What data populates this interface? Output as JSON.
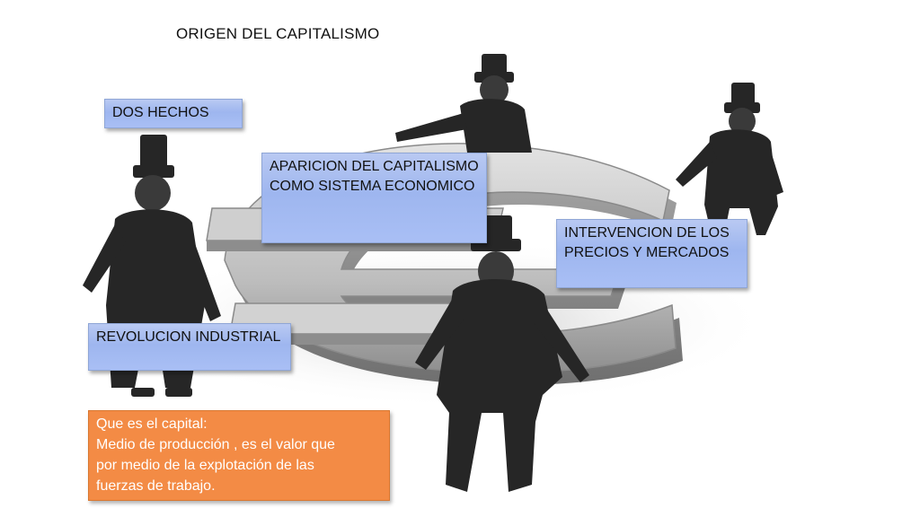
{
  "slide": {
    "title": "ORIGEN DEL CAPITALISMO",
    "boxes": {
      "dos_hechos": "DOS HECHOS",
      "aparicion_line1": "APARICION DEL CAPITALISMO",
      "aparicion_line2": "COMO SISTEMA ECONOMICO",
      "intervencion_line1": "INTERVENCION DE LOS",
      "intervencion_line2": "PRECIOS Y MERCADOS",
      "revolucion": "REVOLUCION INDUSTRIAL"
    },
    "capital_note": {
      "line1": "Que es el capital:",
      "line2": "Medio de producción , es el valor que",
      "line3": "por medio de la  explotación de las",
      "line4": "fuerzas de trabajo."
    }
  },
  "colors": {
    "box_blue": "#a9bff5",
    "box_orange": "#f38b45",
    "coat": "#2a2a2a",
    "euro_symbol": "#c9c9c9"
  },
  "illustration": {
    "subject": "men in top hats pushing a giant euro symbol",
    "icons": [
      "euro-symbol-icon",
      "businessman-figure-icon"
    ]
  }
}
